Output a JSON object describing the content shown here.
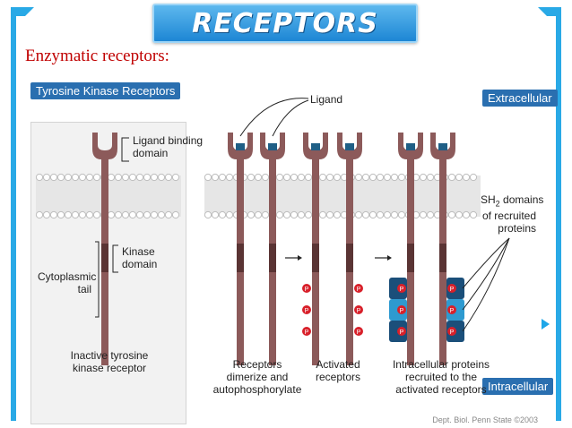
{
  "slide": {
    "title": "RECEPTORS",
    "subtitle": "Enzymatic receptors:"
  },
  "diagram": {
    "heading": "Tyrosine Kinase Receptors",
    "extracellular": "Extracellular",
    "intracellular": "Intracellular",
    "ligand": "Ligand",
    "ligand_binding_domain": [
      "Ligand binding",
      "domain"
    ],
    "kinase_domain": [
      "Kinase",
      "domain"
    ],
    "cytoplasmic_tail": [
      "Cytoplasmic",
      "tail"
    ],
    "inactive": [
      "Inactive tyrosine",
      "kinase receptor"
    ],
    "dimerize": [
      "Receptors",
      "dimerize and",
      "autophosphorylate"
    ],
    "activated": [
      "Activated",
      "receptors"
    ],
    "recruited": [
      "Intracellular proteins",
      "recruited to the",
      "activated receptors"
    ],
    "sh2": [
      "SH",
      "2",
      " domains",
      "of recruited",
      "proteins"
    ],
    "phosphate": "P",
    "credit": "Dept. Biol. Penn State ©2003",
    "colors": {
      "receptor": "#8c5a5a",
      "kinase": "#5a3434",
      "ligand": "#1f5f86",
      "phosphate": "#d8202a",
      "membrane": "#bdbdbd",
      "protein_dark": "#1b4f7a",
      "protein_light": "#2e9ad0",
      "tag": "#2a6fb0"
    }
  }
}
